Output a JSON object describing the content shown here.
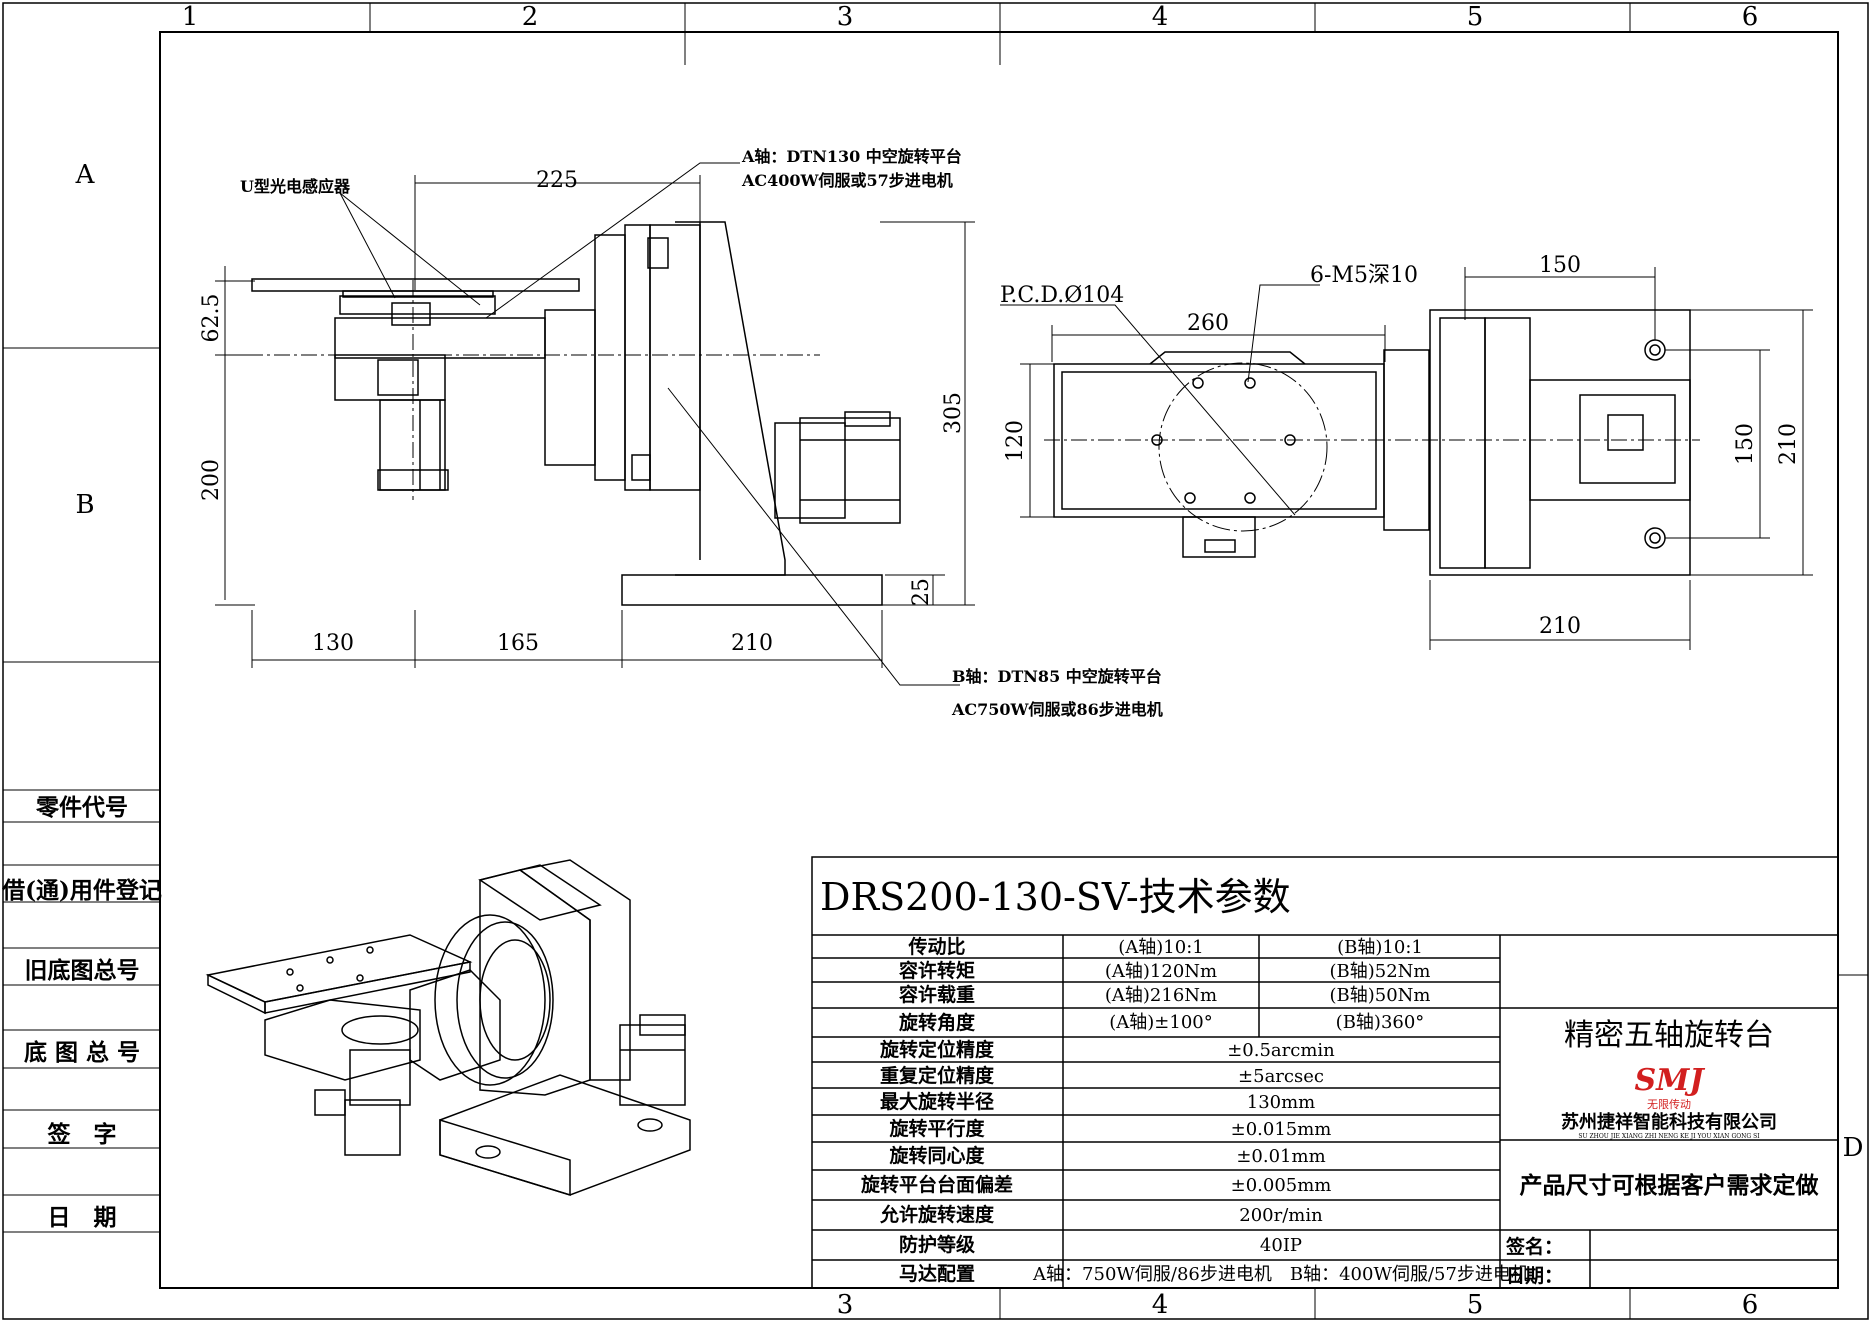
{
  "zones": {
    "top": [
      "1",
      "2",
      "3",
      "4",
      "5",
      "6"
    ],
    "bottom": [
      "3",
      "4",
      "5",
      "6"
    ],
    "left": [
      "A",
      "B"
    ],
    "right": "D"
  },
  "side_labels": [
    "零件代号",
    "借(通)用件登记",
    "旧底图总号",
    "底 图 总 号",
    "签　字",
    "日　期"
  ],
  "dims": {
    "d225": "225",
    "d62_5": "62.5",
    "d200": "200",
    "d305": "305",
    "d25": "25",
    "d130": "130",
    "d165": "165",
    "d210a": "210",
    "d260": "260",
    "d120": "120",
    "d150a": "150",
    "d150b": "150",
    "d210b": "210",
    "d210c": "210"
  },
  "annotations": {
    "sensor": "U型光电感应器",
    "a_axis_1": "A轴：DTN130 中空旋转平台",
    "a_axis_2": "AC400W伺服或57步进电机",
    "b_axis_1": "B轴：DTN85 中空旋转平台",
    "b_axis_2": "AC750W伺服或86步进电机",
    "pcd": "P.C.D.Ø104",
    "holes": "6-M5深10"
  },
  "spec_table": {
    "title": "DRS200-130-SV-技术参数",
    "rows": [
      {
        "label": "传动比",
        "a": "(A轴)10:1",
        "b": "(B轴)10:1"
      },
      {
        "label": "容许转矩",
        "a": "(A轴)120Nm",
        "b": "(B轴)52Nm"
      },
      {
        "label": "容许载重",
        "a": "(A轴)216Nm",
        "b": "(B轴)50Nm"
      },
      {
        "label": "旋转角度",
        "a": "(A轴)±100°",
        "b": "(B轴)360°"
      },
      {
        "label": "旋转定位精度",
        "value": "±0.5arcmin"
      },
      {
        "label": "重复定位精度",
        "value": "±5arcsec"
      },
      {
        "label": "最大旋转半径",
        "value": "130mm"
      },
      {
        "label": "旋转平行度",
        "value": "±0.015mm"
      },
      {
        "label": "旋转同心度",
        "value": "±0.01mm"
      },
      {
        "label": "旋转平台台面偏差",
        "value": "±0.005mm"
      },
      {
        "label": "允许旋转速度",
        "value": "200r/min"
      },
      {
        "label": "防护等级",
        "value": "40IP"
      },
      {
        "label": "马达配置",
        "value": "A轴：750W伺服/86步进电机　B轴：400W伺服/57步进电机"
      }
    ]
  },
  "title_block": {
    "product": "精密五轴旋转台",
    "logo": "SMJ",
    "logo_slogan": "无限传动",
    "company": "苏州捷祥智能科技有限公司",
    "company_pinyin": "SU ZHOU JIE XIANG ZHI NENG KE JI YOU XIAN GONG SI",
    "custom_note": "产品尺寸可根据客户需求定做",
    "sign_label": "签名：",
    "date_label": "日期："
  }
}
